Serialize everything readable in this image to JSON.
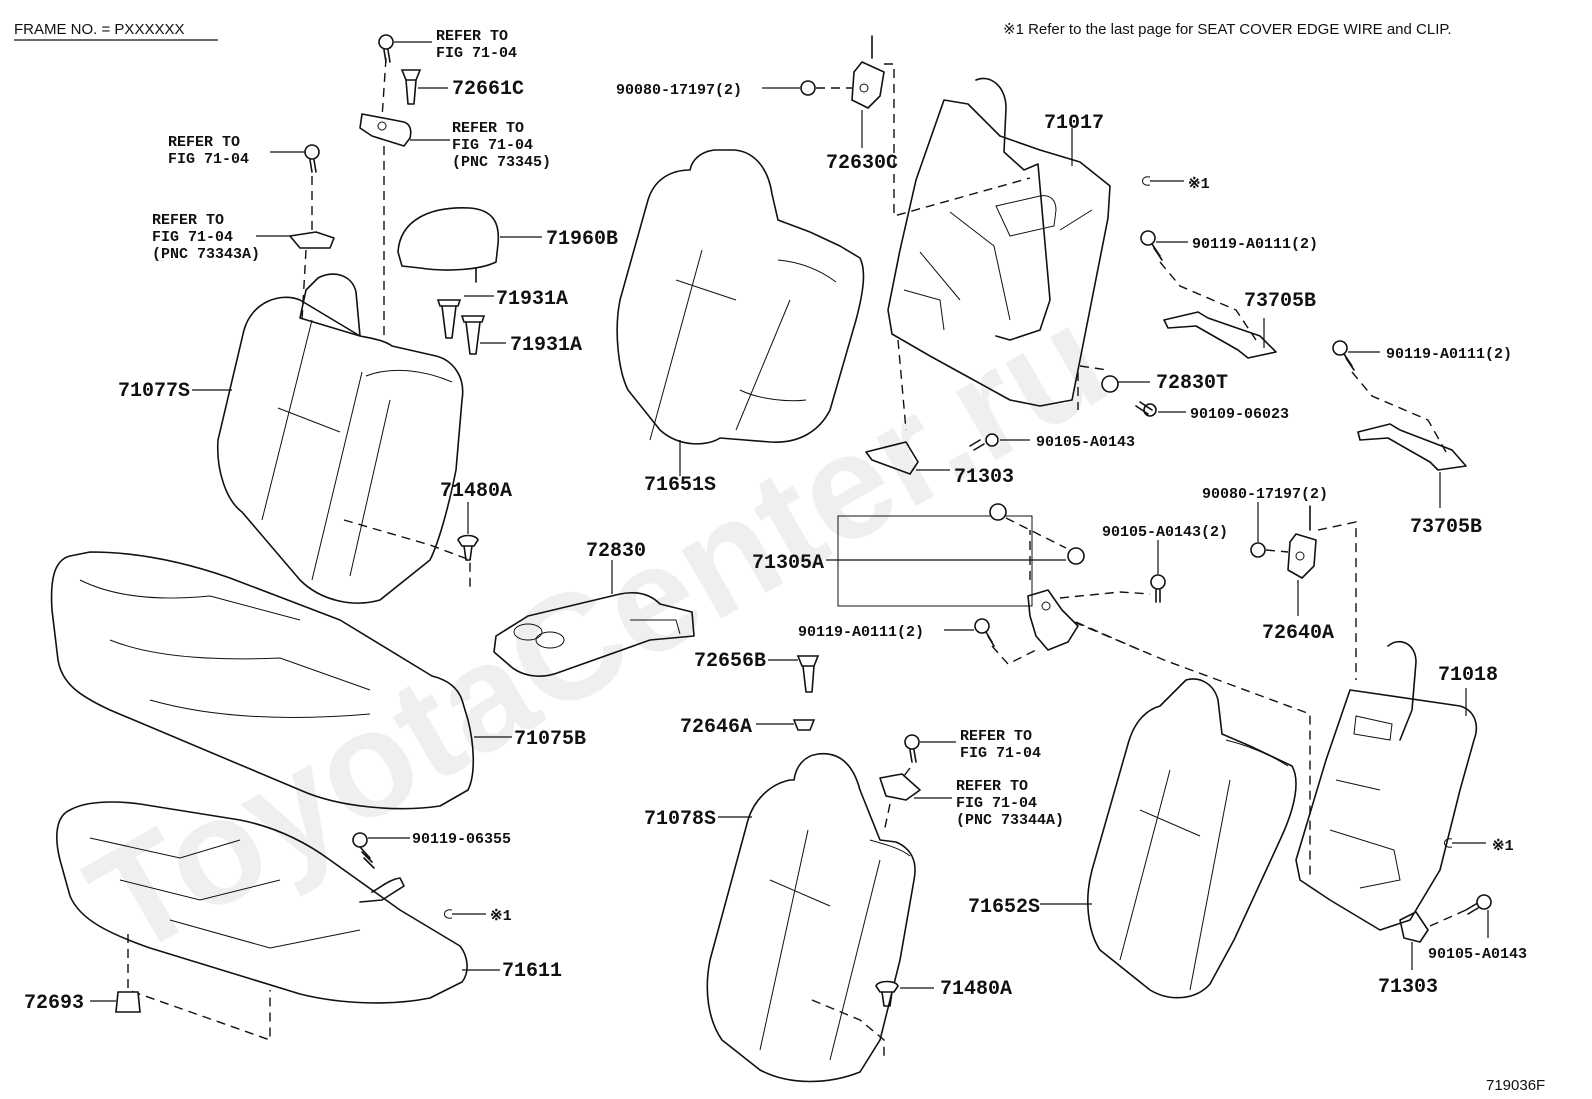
{
  "header": {
    "frame_no": "FRAME NO. = PXXXXXX",
    "note": "※1 Refer to the last page for SEAT COVER EDGE WIRE and CLIP."
  },
  "watermark": "ToyotaCenter.ru",
  "figure_id": "719036F",
  "refs": {
    "top_bolt": [
      "REFER TO",
      "FIG 71-04"
    ],
    "hinge_top": [
      "REFER TO",
      "FIG 71-04",
      "(PNC 73345)"
    ],
    "left_bolt": [
      "REFER TO",
      "FIG 71-04"
    ],
    "left_bracket": [
      "REFER TO",
      "FIG 71-04",
      "(PNC 73343A)"
    ],
    "center_bolt": [
      "REFER TO",
      "FIG 71-04"
    ],
    "center_bracket": [
      "REFER TO",
      "FIG 71-04",
      "(PNC 73344A)"
    ]
  },
  "callouts": {
    "c72661C": "72661C",
    "c71960B": "71960B",
    "c71931A_1": "71931A",
    "c71931A_2": "71931A",
    "c71077S": "71077S",
    "c71480A_1": "71480A",
    "c71075B": "71075B",
    "c90119_06355": "90119-06355",
    "x1_seat": "※1",
    "c71611": "71611",
    "c72693": "72693",
    "c90080_a": "90080-17197(2)",
    "c72630C": "72630C",
    "c71651S": "71651S",
    "c72830": "72830",
    "c72656B": "72656B",
    "c72646A": "72646A",
    "c71078S": "71078S",
    "c71480A_2": "71480A",
    "c71017": "71017",
    "x1_top": "※1",
    "c90119_a": "90119-A0111(2)",
    "c73705B_1": "73705B",
    "c72830T": "72830T",
    "c90109": "90109-06023",
    "c90105_a": "90105-A0143",
    "c71303_a": "71303",
    "c71305A": "71305A",
    "c90105_b": "90105-A0143(2)",
    "c90119_b": "90119-A0111(2)",
    "c90080_b": "90080-17197(2)",
    "c72640A": "72640A",
    "c90119_c": "90119-A0111(2)",
    "c73705B_2": "73705B",
    "c71018": "71018",
    "x1_right": "※1",
    "c71652S": "71652S",
    "c90105_c": "90105-A0143",
    "c71303_b": "71303"
  }
}
